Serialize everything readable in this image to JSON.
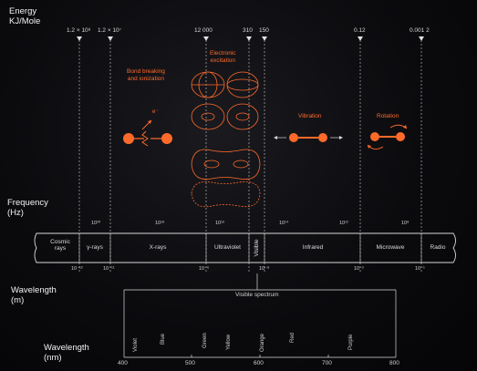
{
  "axis_labels": {
    "energy": [
      "Energy",
      "KJ/Mole"
    ],
    "frequency": [
      "Frequency",
      "(Hz)"
    ],
    "wavelength_m": [
      "Wavelength",
      "(m)"
    ],
    "wavelength_nm": [
      "Wavelength",
      "(nm)"
    ]
  },
  "energy_values": [
    "1.2 × 10⁸",
    "1.2 × 10⁷",
    "12 000",
    "310",
    "150",
    "0.12",
    "0.001 2"
  ],
  "frequency_ticks": [
    "10²⁰",
    "10¹⁸",
    "10¹⁶",
    "10¹⁴",
    "10¹²",
    "10⁸"
  ],
  "bands": [
    "Cosmic\nrays",
    "γ-rays",
    "X-rays",
    "Ultraviolet",
    "Visible",
    "Infrared",
    "Microwave",
    "Radio"
  ],
  "wavelength_ticks": [
    "10⁻¹²",
    "10⁻¹¹",
    "10⁻⁸",
    "10⁻⁶",
    "10⁻²",
    "10⁻¹"
  ],
  "visible_spectrum_label": "Visible spectrum",
  "colors": [
    "Violet",
    "Blue",
    "Green",
    "Yellow",
    "Orange",
    "Red",
    "Purple"
  ],
  "nm_ticks": [
    "400",
    "500",
    "600",
    "700",
    "800"
  ],
  "processes": {
    "bond": [
      "Bond breaking",
      "and ionization"
    ],
    "electronic": [
      "Electronic",
      "excitation"
    ],
    "vibration": "Vibration",
    "rotation": "Rotation",
    "electron": "e⁻"
  },
  "accent_color": "#ff6a2a"
}
